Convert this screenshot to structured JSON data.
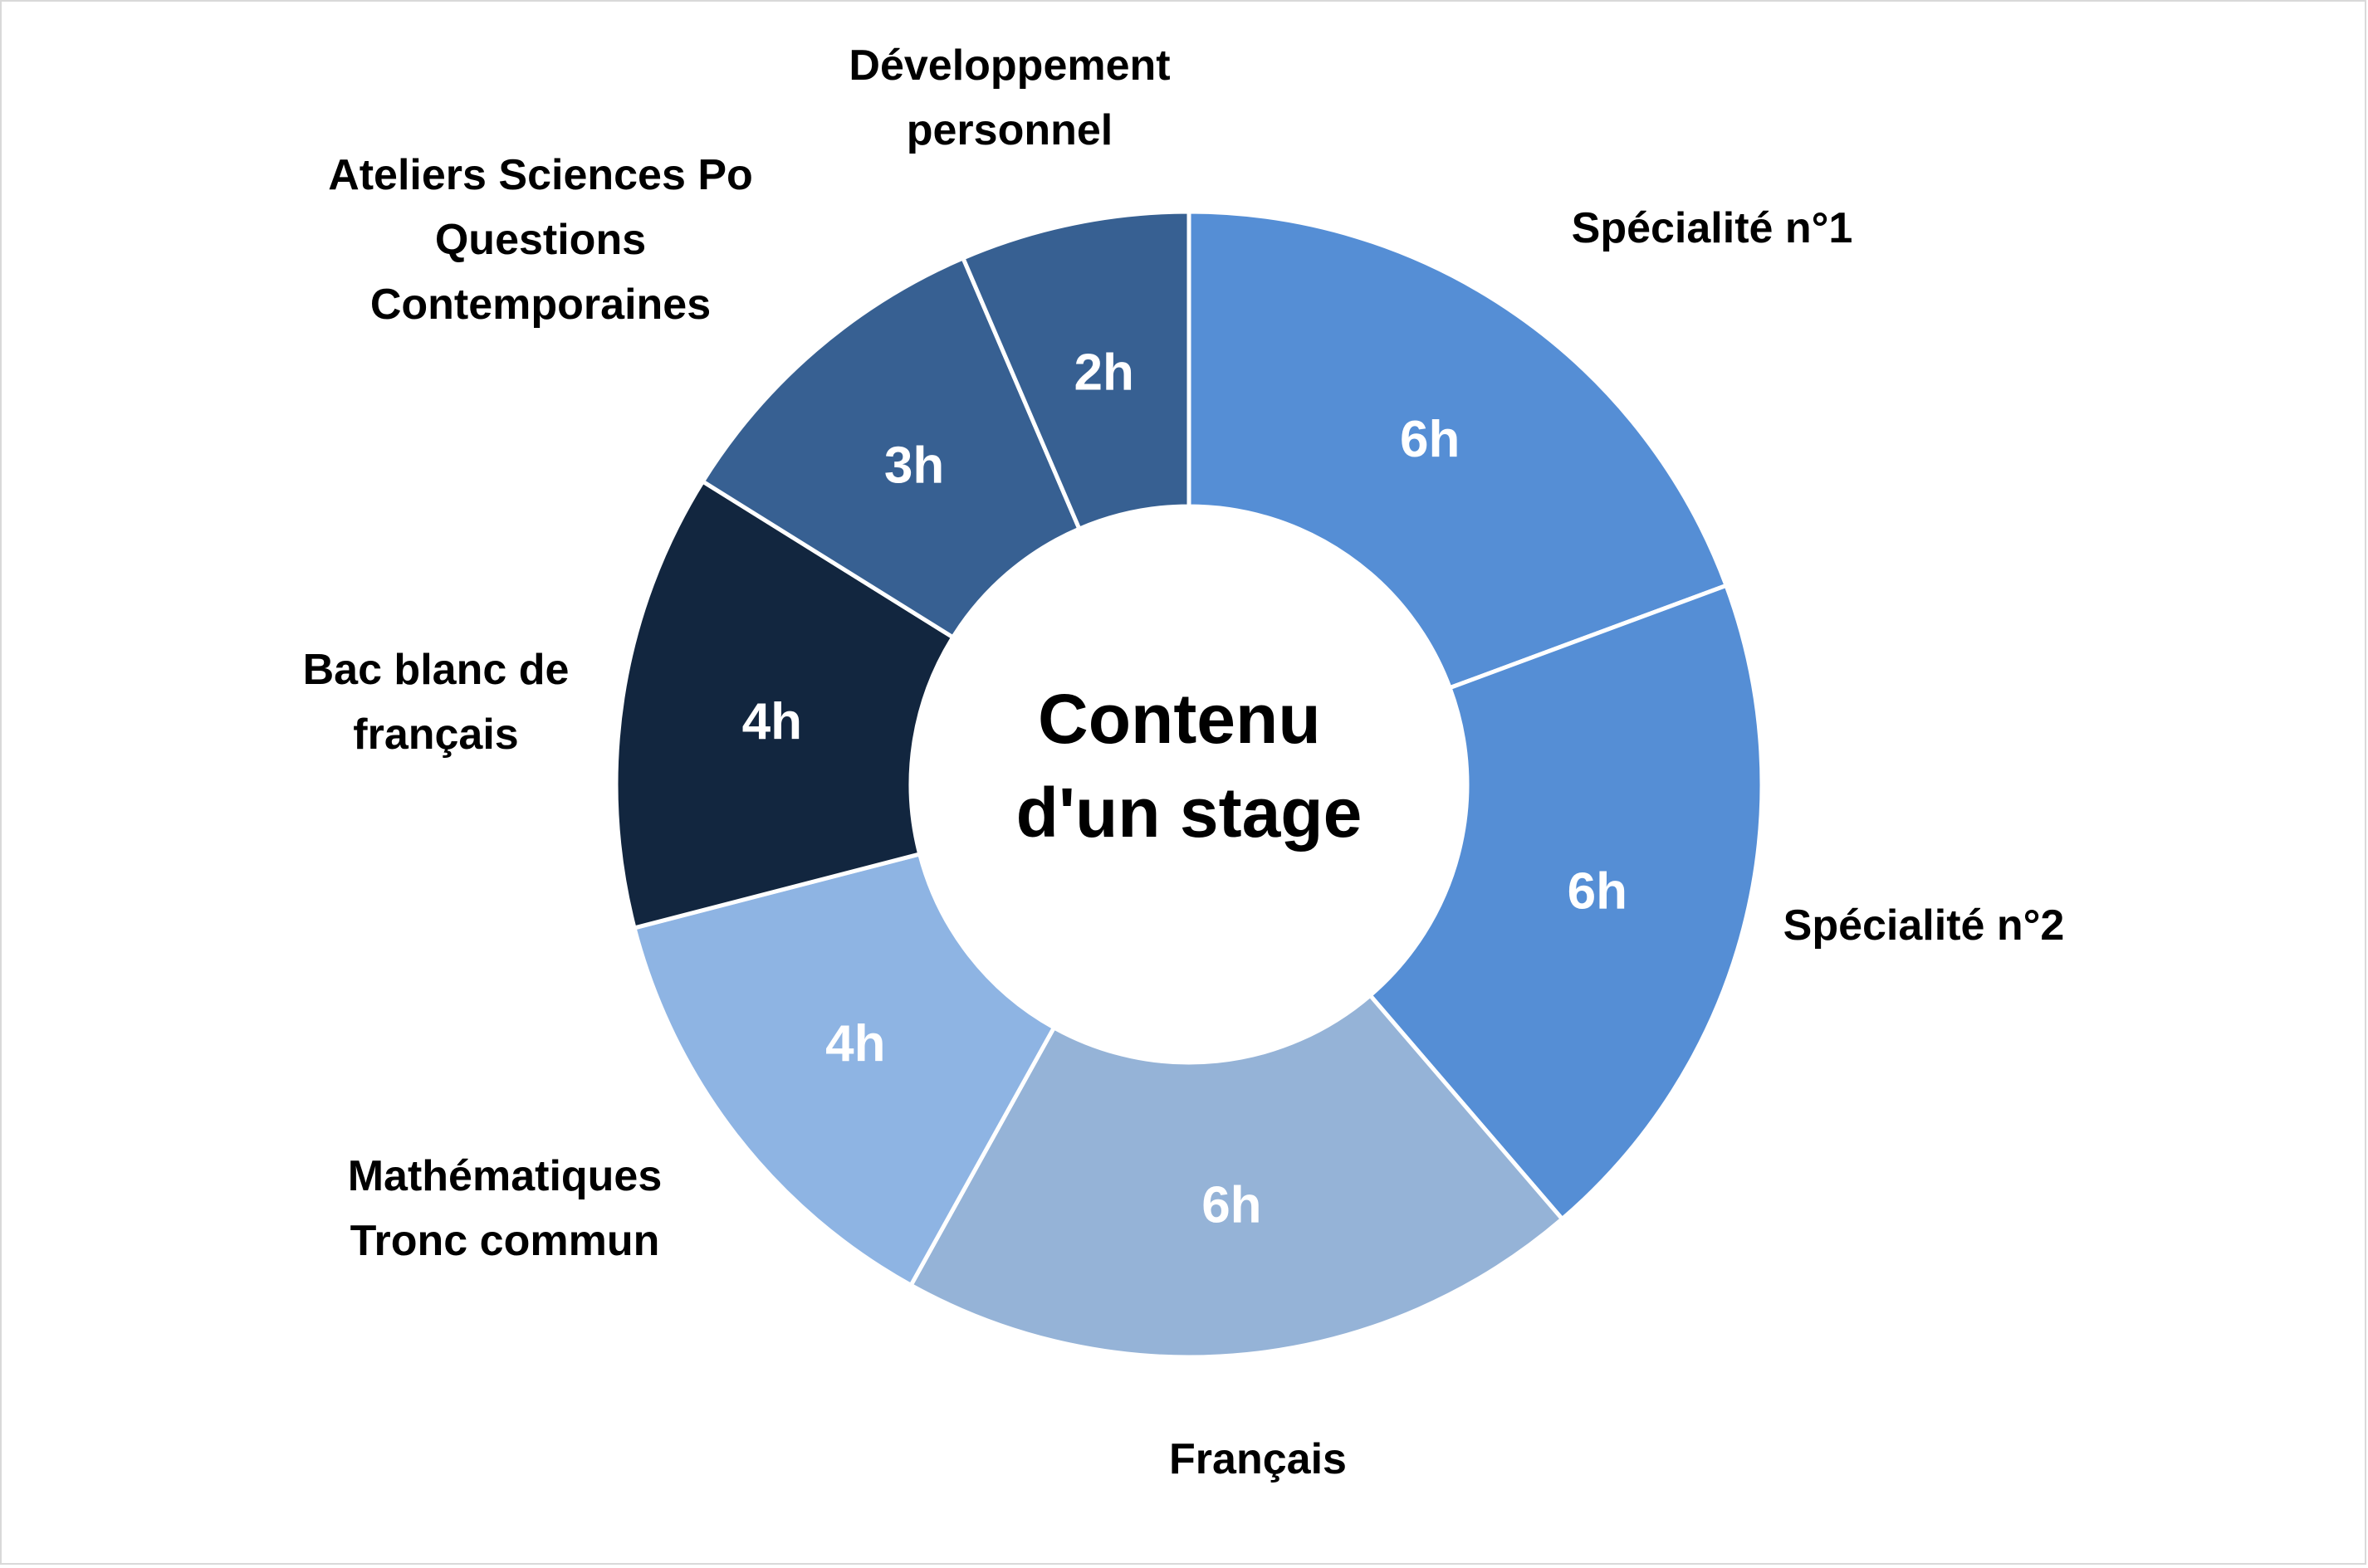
{
  "chart_data": {
    "type": "pie",
    "variant": "donut",
    "center_title": [
      "Contenu",
      "d'un stage"
    ],
    "categories": [
      "Spécialité n°1",
      "Spécialité n°2",
      "Français",
      "Mathématiques Tronc commun",
      "Bac blanc de français",
      "Ateliers Sciences Po Questions Contemporaines",
      "Développement personnel"
    ],
    "category_lines": [
      [
        "Spécialité n°1"
      ],
      [
        "Spécialité n°2"
      ],
      [
        "Français"
      ],
      [
        "Mathématiques",
        "Tronc commun"
      ],
      [
        "Bac blanc de",
        "français"
      ],
      [
        "Ateliers Sciences Po",
        "Questions",
        "Contemporaines"
      ],
      [
        "Développement",
        "personnel"
      ]
    ],
    "values": [
      6,
      6,
      6,
      4,
      4,
      3,
      2
    ],
    "data_labels": [
      "6h",
      "6h",
      "6h",
      "4h",
      "4h",
      "3h",
      "2h"
    ],
    "colors": [
      "#558ED5",
      "#558ED5",
      "#95B3D7",
      "#8EB4E3",
      "#12263F",
      "#376092",
      "#376092"
    ],
    "legend": "none",
    "start": "top",
    "direction": "clockwise"
  }
}
